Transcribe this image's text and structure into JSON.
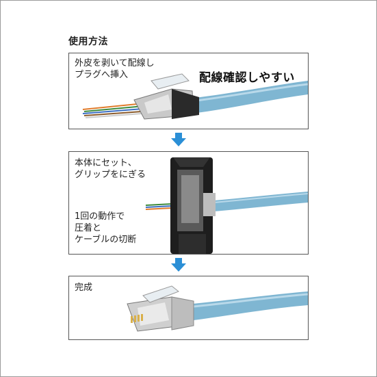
{
  "heading": "使用方法",
  "steps": [
    {
      "lines": [
        "外皮を剥いて配線し",
        "プラグへ挿入"
      ],
      "emphasis": "配線確認しやすい"
    },
    {
      "lines": [
        "本体にセット、",
        "グリップをにぎる"
      ],
      "lines2": [
        "1回の動作で",
        "圧着と",
        "ケーブルの切断"
      ]
    },
    {
      "lines": [
        "完成"
      ]
    }
  ],
  "colors": {
    "cable": "#7fb6d2",
    "arrow": "#2b8fd6",
    "border": "#555555"
  },
  "icons": [
    "down-arrow-icon",
    "down-arrow-icon"
  ]
}
